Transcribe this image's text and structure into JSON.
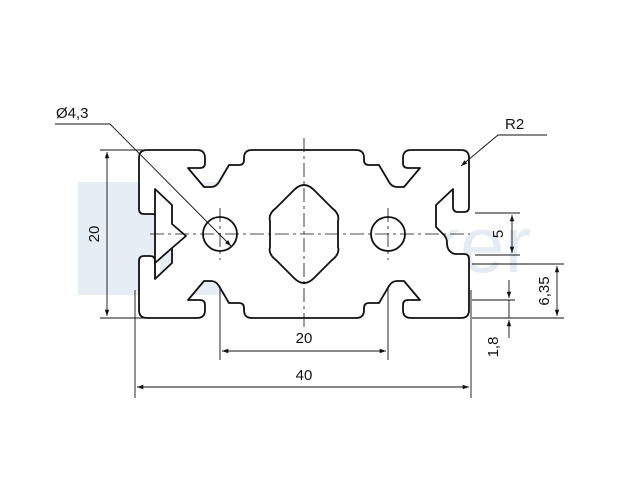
{
  "watermark": {
    "word": "walker",
    "color": "#e4ebf3"
  },
  "profile": {
    "fill": "#ffffff",
    "stroke": "#111111"
  },
  "dimensions": {
    "hole_diameter": "Ø4,3",
    "corner_radius": "R2",
    "height": "20",
    "slot_opening": "5",
    "slot_depth": "6,35",
    "wall_thickness": "1,8",
    "slot_spacing": "20",
    "width": "40"
  }
}
